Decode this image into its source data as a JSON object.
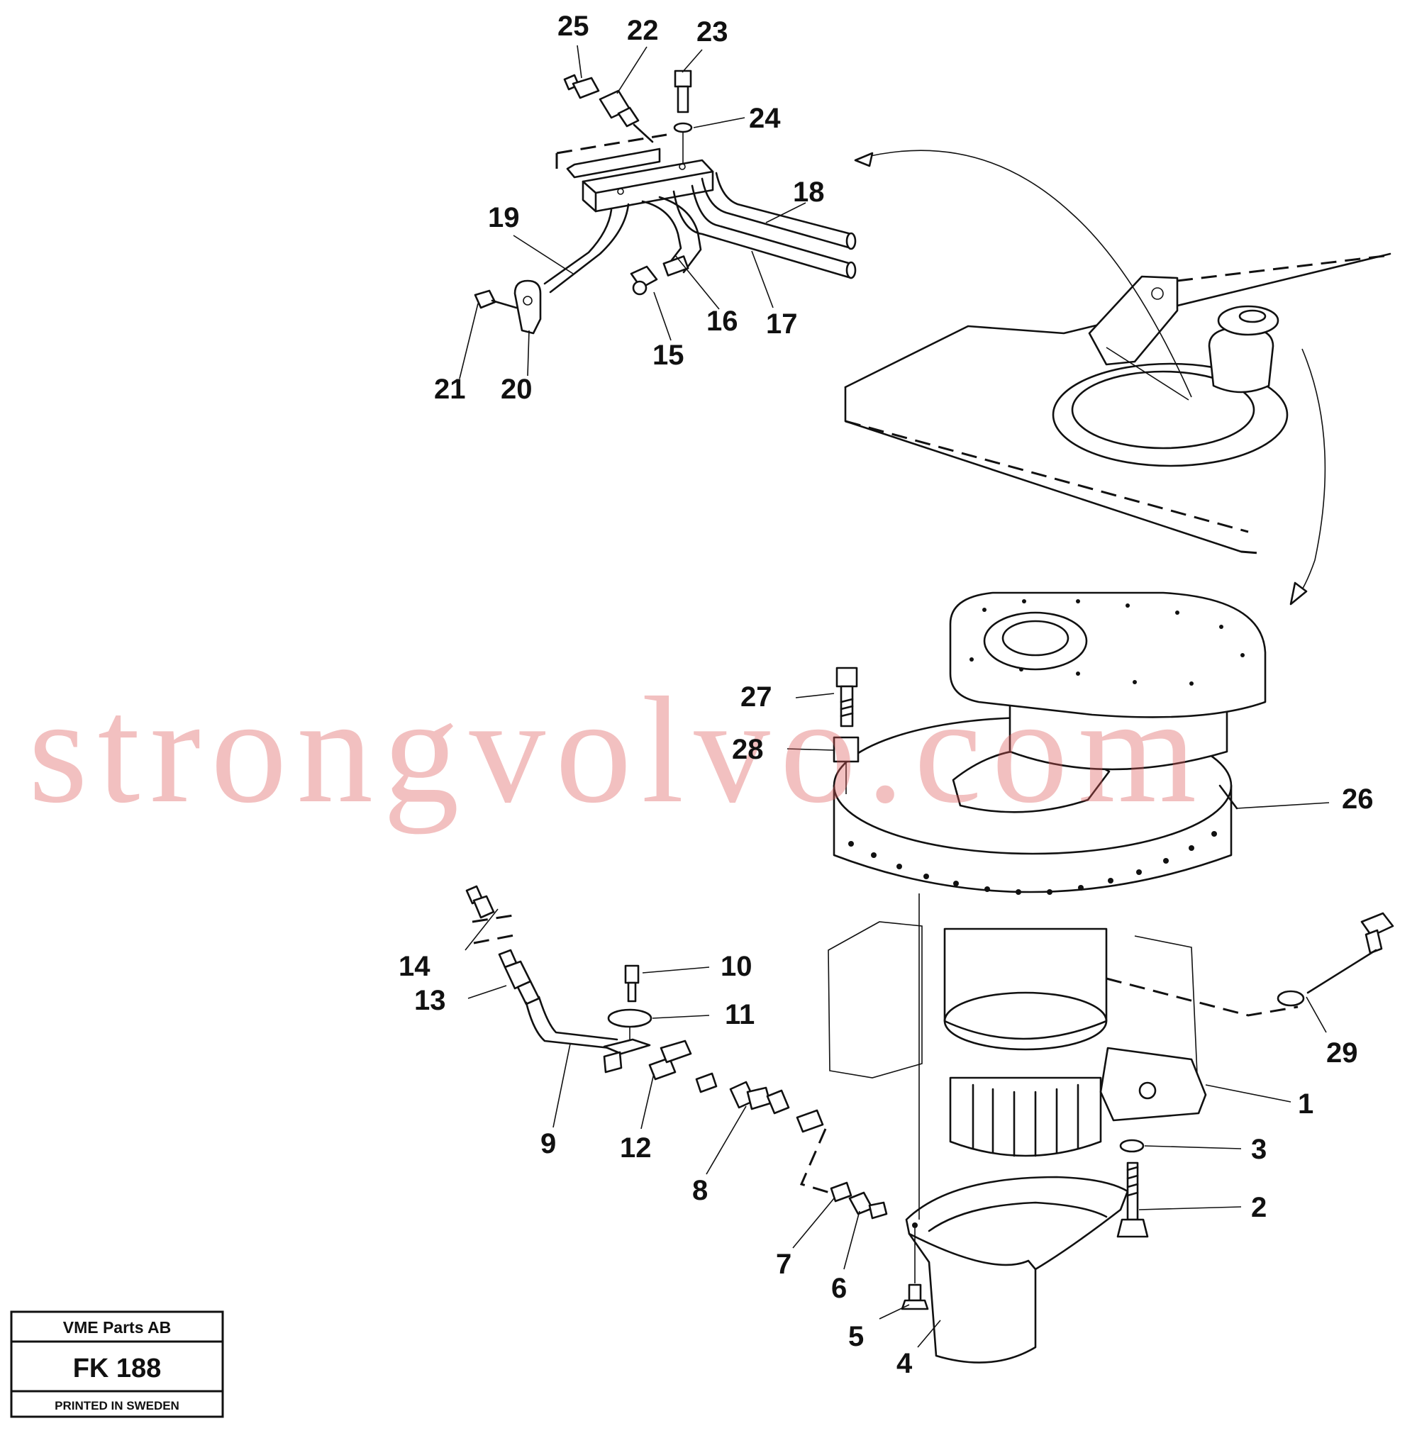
{
  "watermark": "strongvolvo.com",
  "title_block": {
    "company": "VME Parts AB",
    "code": "FK 188",
    "printed": "PRINTED IN SWEDEN"
  },
  "callouts": {
    "n1": "1",
    "n2": "2",
    "n3": "3",
    "n4": "4",
    "n5": "5",
    "n6": "6",
    "n7": "7",
    "n8": "8",
    "n9": "9",
    "n10": "10",
    "n11": "11",
    "n12": "12",
    "n13": "13",
    "n14": "14",
    "n15": "15",
    "n16": "16",
    "n17": "17",
    "n18": "18",
    "n19": "19",
    "n20": "20",
    "n21": "21",
    "n22": "22",
    "n23": "23",
    "n24": "24",
    "n25": "25",
    "n26": "26",
    "n27": "27",
    "n28": "28",
    "n29": "29"
  }
}
